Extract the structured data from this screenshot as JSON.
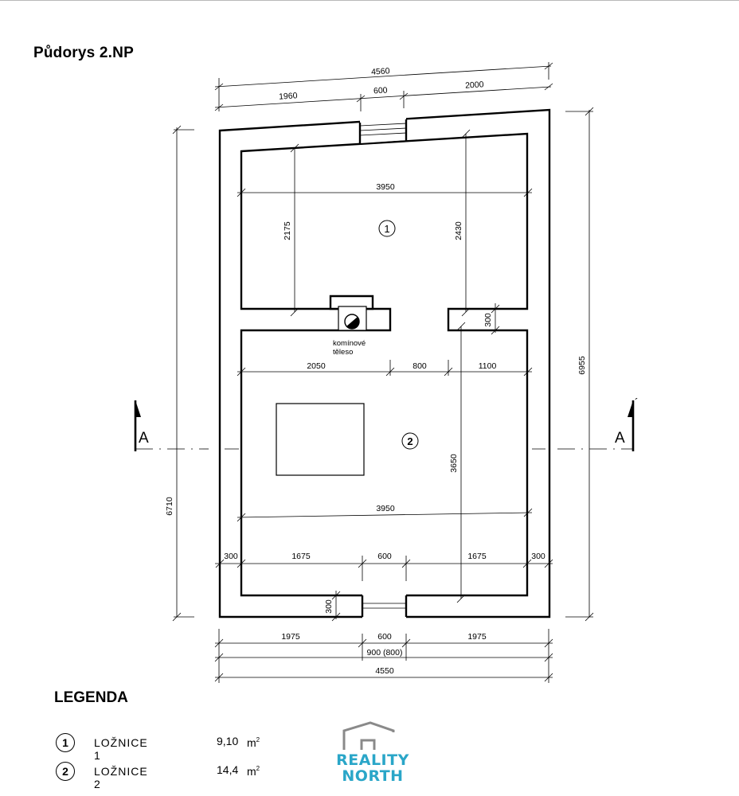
{
  "title": "Půdorys  2.NP",
  "dimensions": {
    "top_overall": "4560",
    "top_left": "1960",
    "top_window": "600",
    "top_right": "2000",
    "left_overall": "6710",
    "right_overall": "6955",
    "room1_width": "3950",
    "room1_depth_left": "2175",
    "room1_depth_right": "2430",
    "wall_300_upper": "300",
    "mid_left": "2050",
    "mid_center": "800",
    "mid_right": "1100",
    "room2_depth": "3650",
    "room2_width": "3950",
    "bottom_wall_left": "300",
    "bottom_left": "1675",
    "bottom_center": "600",
    "bottom_right": "1675",
    "bottom_wall_right": "300",
    "wall_300_lower": "300",
    "outer_left": "1975",
    "outer_center": "600",
    "outer_right": "1975",
    "outer_opening": "900 (800)",
    "outer_overall": "4550"
  },
  "rooms": {
    "room1_marker": "1",
    "room2_marker": "2"
  },
  "chimney_label_line1": "komínové",
  "chimney_label_line2": "těleso",
  "section": {
    "left_label": "A",
    "right_label": "A",
    "right_prime": "´"
  },
  "legend": {
    "title": "LEGENDA",
    "items": [
      {
        "num": "1",
        "name": "LOŽNICE  1",
        "area": "9,10",
        "unit": "m",
        "unit_sup": "2"
      },
      {
        "num": "2",
        "name": "LOŽNICE  2",
        "area": "14,4",
        "unit": "m",
        "unit_sup": "2"
      }
    ]
  },
  "logo": {
    "line1": "REALITY",
    "line2": "NORTH",
    "color": "#2aa6c8",
    "icon": "house-roof-icon"
  }
}
